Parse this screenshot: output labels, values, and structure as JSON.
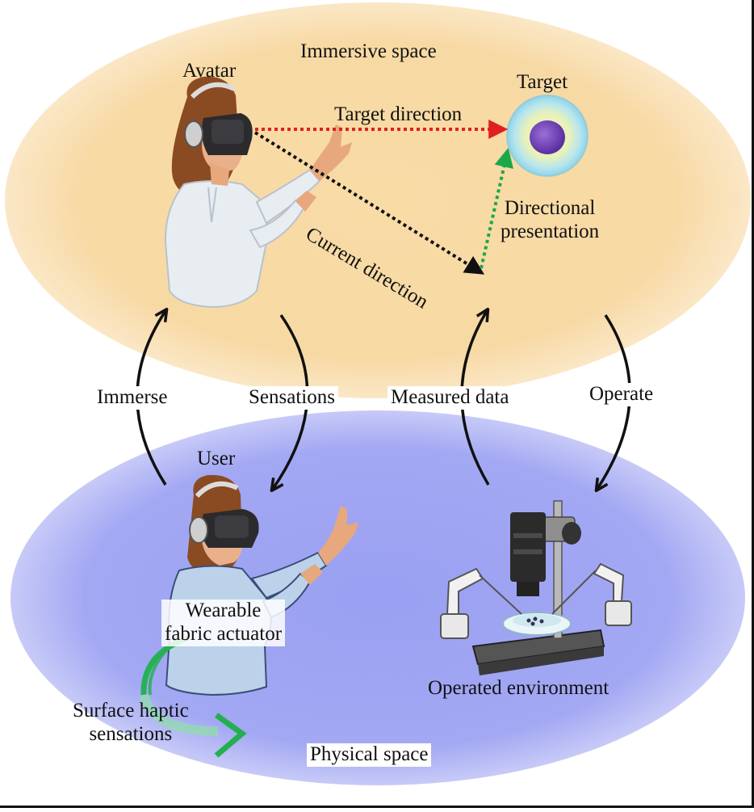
{
  "spaces": {
    "immersive": "Immersive space",
    "physical": "Physical space"
  },
  "nodes": {
    "avatar": "Avatar",
    "target": "Target",
    "user": "User",
    "operated_environment": "Operated environment",
    "wearable_actuator_line1": "Wearable",
    "wearable_actuator_line2": "fabric actuator",
    "haptic_line1": "Surface haptic",
    "haptic_line2": "sensations"
  },
  "directions": {
    "target_direction": "Target direction",
    "current_direction": "Current direction",
    "directional_line1": "Directional",
    "directional_line2": "presentation"
  },
  "flows": {
    "immerse": "Immerse",
    "sensations": "Sensations",
    "measured_data": "Measured data",
    "operate": "Operate"
  },
  "colors": {
    "immersive_fill": "#f7d9a4",
    "physical_fill": "#9aa0f2",
    "target_arrow": "#e02020",
    "current_arrow": "#111111",
    "directional_arrow": "#1aa84a",
    "haptic_arrow": "#22b04e"
  },
  "icons": {
    "avatar": "vr-headset-woman-icon",
    "user": "vr-headset-woman-icon",
    "target": "cell-icon",
    "operated_environment": "micromanipulator-microscope-icon"
  }
}
